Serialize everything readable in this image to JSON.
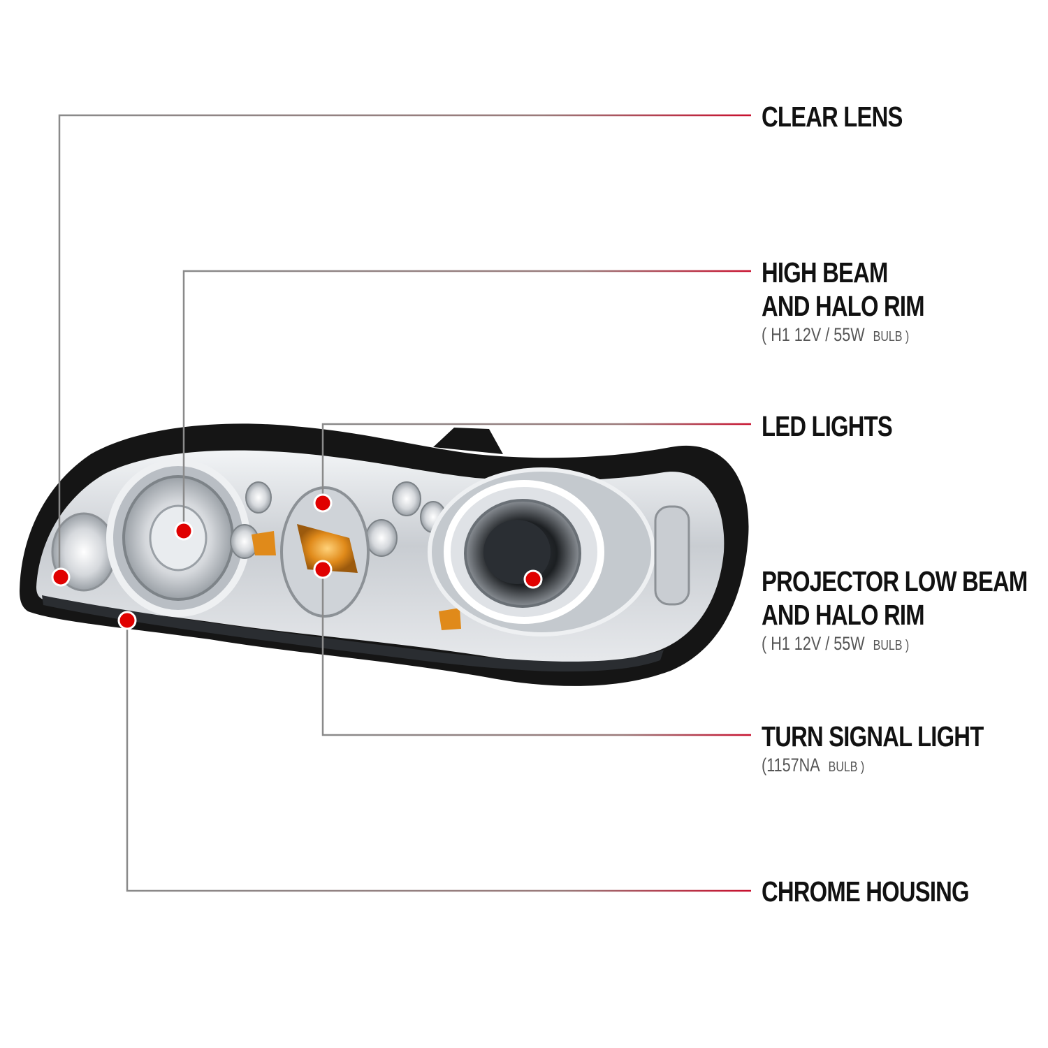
{
  "colors": {
    "leader_line": "#8a8a8a",
    "leader_accent": "#c8102e",
    "marker": "#e00000",
    "housing": "#151515",
    "amber": "#e08a1a"
  },
  "callouts": [
    {
      "id": "clear-lens",
      "lines": [
        "CLEAR LENS"
      ]
    },
    {
      "id": "high-beam",
      "lines": [
        "HIGH BEAM",
        "AND HALO RIM"
      ],
      "spec_main": "( H1  12V / 55W",
      "spec_unit": "BULB )"
    },
    {
      "id": "led-lights",
      "lines": [
        "LED LIGHTS"
      ]
    },
    {
      "id": "projector-low-beam",
      "lines": [
        "PROJECTOR LOW BEAM",
        "AND HALO RIM"
      ],
      "spec_main": "( H1  12V / 55W",
      "spec_unit": "BULB )"
    },
    {
      "id": "turn-signal",
      "lines": [
        "TURN SIGNAL LIGHT"
      ],
      "spec_main": "(1157NA",
      "spec_unit": "BULB )"
    },
    {
      "id": "chrome-housing",
      "lines": [
        "CHROME HOUSING"
      ]
    }
  ]
}
